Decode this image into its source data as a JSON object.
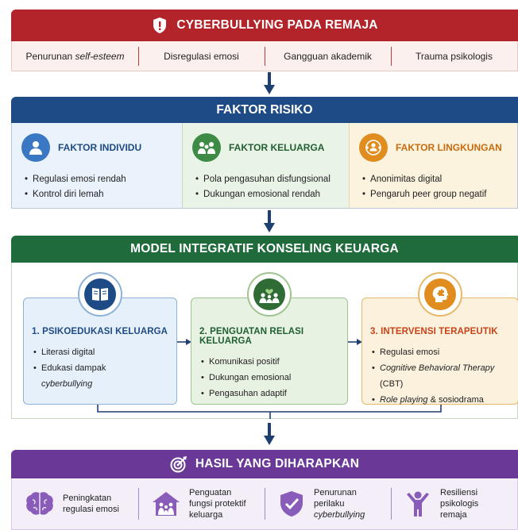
{
  "top": {
    "title": "CYBERBULLYING PADA REMAJA",
    "impacts": [
      {
        "pre": "Penurunan ",
        "em": "self-esteem",
        "post": ""
      },
      {
        "pre": "Disregulasi emosi",
        "em": "",
        "post": ""
      },
      {
        "pre": "Gangguan akademik",
        "em": "",
        "post": ""
      },
      {
        "pre": "Trauma psikologis",
        "em": "",
        "post": ""
      }
    ]
  },
  "risk": {
    "title": "FAKTOR RISIKO",
    "columns": [
      {
        "title": "FAKTOR INDIVIDU",
        "items": [
          "Regulasi emosi rendah",
          "Kontrol diri lemah"
        ],
        "color": "#1e4b86",
        "icon": "person-icon"
      },
      {
        "title": "FAKTOR KELUARGA",
        "items": [
          "Pola pengasuhan disfungsional",
          "Dukungan emosional rendah"
        ],
        "color": "#1f5f32",
        "icon": "family-icon"
      },
      {
        "title": "FAKTOR LINGKUNGAN",
        "items": [
          "Anonimitas digital",
          "Pengaruh peer group negatif"
        ],
        "color": "#c86b0e",
        "icon": "network-icon"
      }
    ]
  },
  "model": {
    "title": "MODEL INTEGRATIF KONSELING KEUARGA",
    "cards": [
      {
        "title": "1. PSIKOEDUKASI KELUARGA",
        "color": "#1e4b86",
        "icon": "book-icon",
        "items": [
          {
            "pre": "Literasi digital",
            "em": "",
            "post": ""
          },
          {
            "pre": "Edukasi dampak ",
            "em": "cyberbullying",
            "post": ""
          }
        ]
      },
      {
        "title": "2. PENGUATAN RELASI KELUARGA",
        "color": "#1f5f32",
        "icon": "family-heart-icon",
        "items": [
          {
            "pre": "Komunikasi positif",
            "em": "",
            "post": ""
          },
          {
            "pre": "Dukungan emosional",
            "em": "",
            "post": ""
          },
          {
            "pre": "Pengasuhan adaptif",
            "em": "",
            "post": ""
          }
        ]
      },
      {
        "title": "3. INTERVENSI TERAPEUTIK",
        "color": "#c8431a",
        "icon": "head-puzzle-icon",
        "items": [
          {
            "pre": "Regulasi emosi",
            "em": "",
            "post": ""
          },
          {
            "pre": "",
            "em": "Cognitive Behavioral Therapy",
            "post": " (CBT)"
          },
          {
            "pre": "",
            "em": "Role playing",
            "post": " & sosiodrama"
          }
        ]
      }
    ]
  },
  "outcome": {
    "title": "HASIL YANG DIHARAPKAN",
    "items": [
      {
        "line1": "Peningkatan",
        "line2": "regulasi emosi",
        "line3": "",
        "icon": "brain-icon"
      },
      {
        "line1": "Penguatan",
        "line2": "fungsi protektif",
        "line3": "keluarga",
        "icon": "house-family-icon"
      },
      {
        "line1": "Penurunan",
        "line2": "perilaku",
        "line3": "cyberbullying",
        "icon": "shield-check-icon"
      },
      {
        "line1": "Resiliensi",
        "line2": "psikologis",
        "line3": "remaja",
        "icon": "person-arms-up-icon"
      }
    ]
  },
  "colors": {
    "red": "#b3232a",
    "blue": "#1e4b86",
    "green": "#1f6b3c",
    "purple": "#6a3896",
    "orange": "#c86b0e"
  }
}
